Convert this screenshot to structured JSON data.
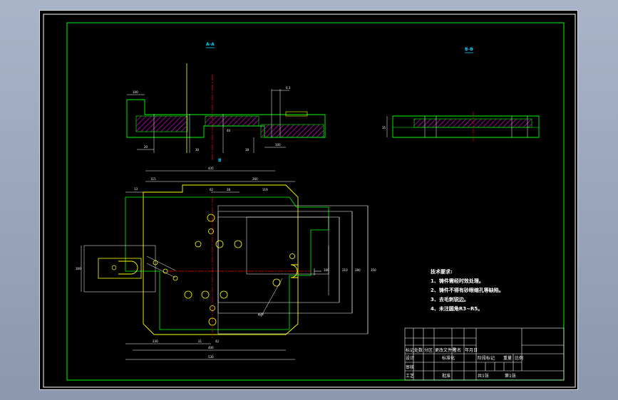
{
  "view_labels": {
    "section_a": "A-A",
    "section_b": "B-B",
    "cut_mark": "B"
  },
  "tech_notes": {
    "title": "技术要求:",
    "items": [
      "1、铸件需经时效处理。",
      "2、铸件不得有砂眼缩孔等缺陷。",
      "3、去毛刺锐边。",
      "4、未注圆角R3~R5。"
    ]
  },
  "dimensions": {
    "top_overall": "435",
    "top_right": "260",
    "top_left": "115",
    "top_a": "62",
    "top_b": "28",
    "top_c": "119",
    "left_a": "13",
    "left_height": "300",
    "bottom_a": "230",
    "bottom_b": "21",
    "bottom_c": "42",
    "bottom_d": "400",
    "bottom_overall": "530",
    "right_a": "160",
    "right_b": "210",
    "right_c": "280",
    "right_d": "350",
    "sec_left": "100",
    "sec_height": "40",
    "sec_b": "30",
    "sec_c": "20",
    "sec_d": "18",
    "sec_e": "100",
    "sec_f": "6.3",
    "sec_right_h": "35",
    "hole_dia": "φ20"
  },
  "title_block": {
    "r1": [
      "标记",
      "处数",
      "分区",
      "更改文件号",
      "签名",
      "年月日"
    ],
    "r2": [
      "设计",
      "",
      "标准化"
    ],
    "r3": [
      "审核",
      "",
      ""
    ],
    "r4": [
      "工艺",
      "",
      "批准"
    ],
    "stage": [
      "阶段标记",
      "重量",
      "比例"
    ],
    "sheets": [
      "共1张",
      "第1张"
    ]
  },
  "colors": {
    "frame": "#00ff00",
    "outline": "#ffff00",
    "hidden": "#00ff00",
    "center": "#ff0000",
    "dimension": "#ffffff",
    "hatch": "#ff00ff"
  }
}
